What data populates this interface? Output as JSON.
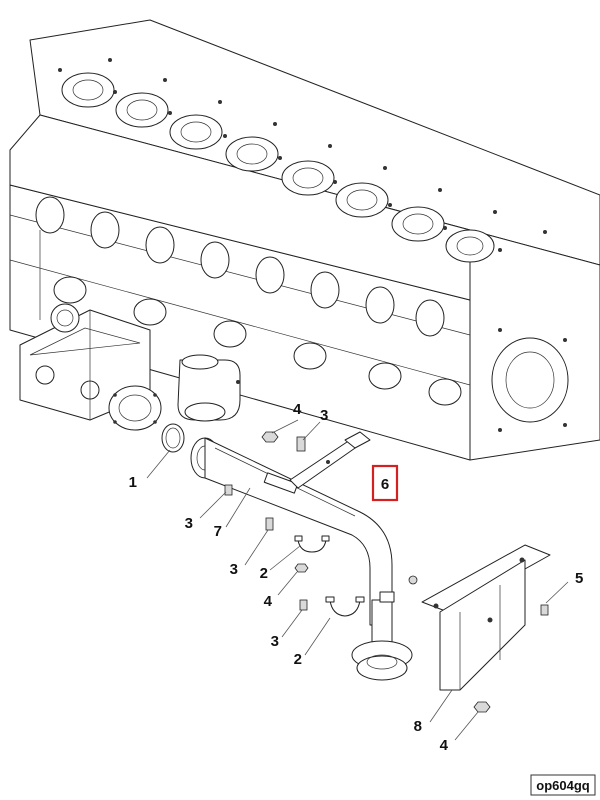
{
  "callouts": {
    "c1": "1",
    "c2a": "2",
    "c2b": "2",
    "c3a": "3",
    "c3b": "3",
    "c3c": "3",
    "c3d": "3",
    "c4a": "4",
    "c4b": "4",
    "c4c": "4",
    "c5": "5",
    "c6": "6",
    "c7": "7",
    "c8": "8"
  },
  "highlight_color": "#d42020",
  "reference_code": "op604gq"
}
